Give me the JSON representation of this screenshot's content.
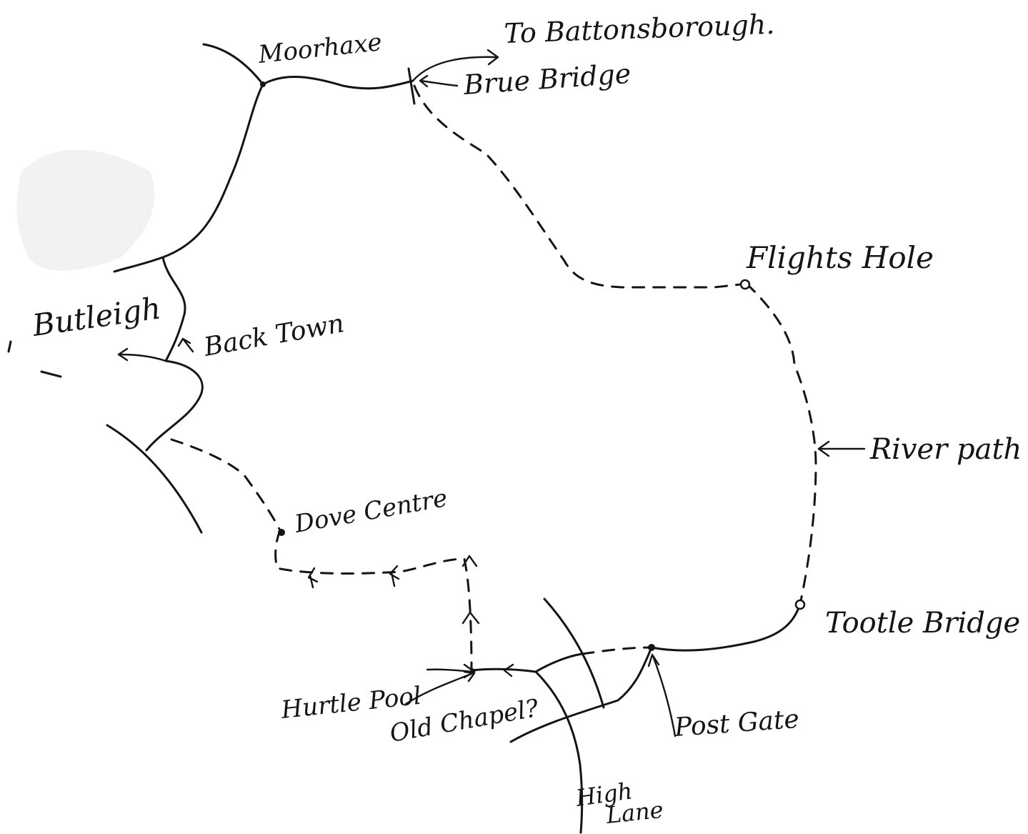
{
  "colors": {
    "ink": "#141414",
    "paper": "#ffffff"
  },
  "places": {
    "moorhaxe": "Moorhaxe",
    "battonsborough": "To Battonsborough.",
    "brue_bridge": "Brue Bridge",
    "flights_hole": "Flights Hole",
    "butleigh": "Butleigh",
    "back_town": "Back Town",
    "river_path": "River path",
    "dove_centre": "Dove Centre",
    "tootle_bridge": "Tootle Bridge",
    "hurtle_pool": "Hurtle Pool",
    "old_chapel": "Old Chapel?",
    "post_gate": "Post Gate",
    "high": "High",
    "lane": "Lane"
  }
}
